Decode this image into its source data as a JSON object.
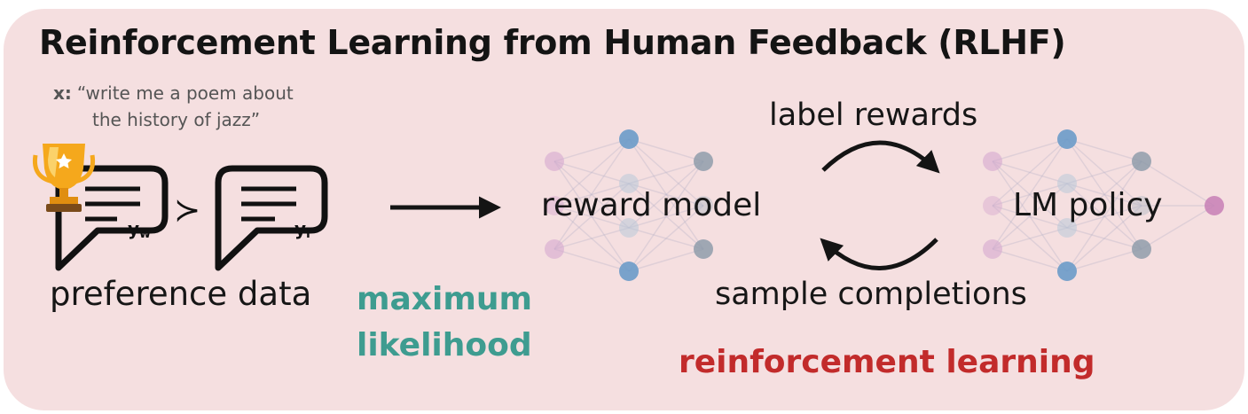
{
  "title": "Reinforcement Learning from Human Feedback (RLHF)",
  "prompt": {
    "prefix": "x:",
    "line1": "“write me a poem about",
    "line2": "the history of jazz”"
  },
  "preference": {
    "winner_label": "y",
    "winner_sub": "w",
    "loser_label": "y",
    "loser_sub": "l",
    "comparison_symbol": "≻",
    "caption": "preference data"
  },
  "training": {
    "maximum_likelihood_line1": "maximum",
    "maximum_likelihood_line2": "likelihood",
    "reinforcement_learning": "reinforcement learning"
  },
  "models": {
    "reward_model": "reward model",
    "lm_policy": "LM policy"
  },
  "arrows": {
    "top": "label rewards",
    "bottom": "sample completions"
  },
  "colors": {
    "background": "#f5dfe0",
    "title": "#141414",
    "maximum_likelihood": "#3e9c90",
    "reinforcement_learning": "#c22b2b",
    "input_node": "#d6a8cf",
    "hidden_node_blue": "#6b9bc9",
    "hidden_node_gray": "#8999a8",
    "output_node": "#c77fb5",
    "trophy": "#f5a81c"
  }
}
